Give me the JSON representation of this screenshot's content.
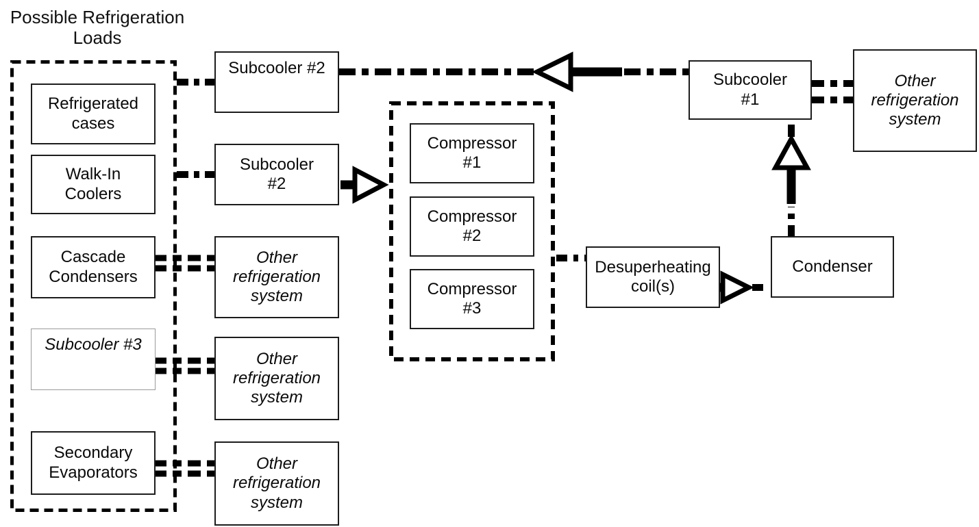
{
  "loads_group": {
    "title": "Possible Refrigeration\nLoads",
    "items": [
      {
        "label": "Refrigerated\ncases",
        "emphasis": "normal"
      },
      {
        "label": "Walk-In\nCoolers",
        "emphasis": "normal"
      },
      {
        "label": "Cascade\nCondensers",
        "emphasis": "normal"
      },
      {
        "label": "Subcooler #3",
        "emphasis": "italic"
      },
      {
        "label": "Secondary\nEvaporators",
        "emphasis": "normal"
      }
    ]
  },
  "nodes": {
    "subcooler_2_top": {
      "label": "Subcooler #2"
    },
    "subcooler_2": {
      "label": "Subcooler\n#2"
    },
    "other_system_1": {
      "label": "Other\nrefrigeration\nsystem"
    },
    "other_system_2": {
      "label": "Other\nrefrigeration\nsystem"
    },
    "other_system_3": {
      "label": "Other\nrefrigeration\nsystem"
    },
    "compressor_1": {
      "label": "Compressor\n#1"
    },
    "compressor_2": {
      "label": "Compressor\n#2"
    },
    "compressor_3": {
      "label": "Compressor\n#3"
    },
    "desuperheating_coils": {
      "label": "Desuperheating\ncoil(s)"
    },
    "condenser": {
      "label": "Condenser"
    },
    "subcooler_1": {
      "label": "Subcooler\n#1"
    },
    "other_system_right": {
      "label": "Other\nrefrigeration\nsystem"
    }
  },
  "connectors": [
    {
      "name": "loads-to-subcooler2-top",
      "style": "thick-dash-dot",
      "arrow": "none"
    },
    {
      "name": "subcooler1-to-subcooler2-top",
      "style": "thick-dash-dot",
      "arrow": "left"
    },
    {
      "name": "loads-to-subcooler2",
      "style": "thick-dash-dot",
      "arrow": "none"
    },
    {
      "name": "subcooler2-to-compressor-group",
      "style": "solid",
      "arrow": "right"
    },
    {
      "name": "cascade-condensers-to-other-system-1",
      "style": "double-dashed",
      "arrow": "none"
    },
    {
      "name": "subcooler3-to-other-system-2",
      "style": "double-dashed",
      "arrow": "none"
    },
    {
      "name": "secondary-evaporators-to-other-system-3",
      "style": "double-dashed",
      "arrow": "none"
    },
    {
      "name": "compressor-group-to-desuperheating",
      "style": "thick-dash-dot",
      "arrow": "none"
    },
    {
      "name": "desuperheating-to-condenser",
      "style": "thick-dash-dot",
      "arrow": "right"
    },
    {
      "name": "condenser-to-subcooler1",
      "style": "thick-dash-dot",
      "arrow": "up"
    },
    {
      "name": "subcooler1-to-other-system-right",
      "style": "double-dash-dot",
      "arrow": "none"
    }
  ],
  "colors": {
    "line": "#000000",
    "box_border": "#1c1c1c",
    "subcooler3_border": "#9a9a9a",
    "background": "#ffffff",
    "text": "#0a0a0a"
  }
}
